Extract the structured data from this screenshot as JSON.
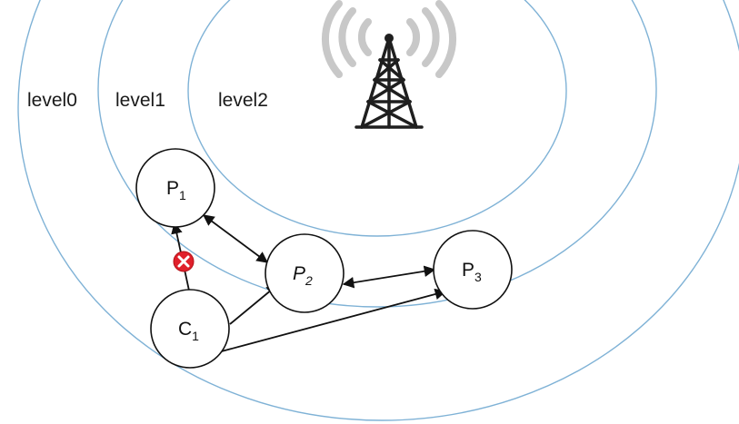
{
  "levels": {
    "outer": "level0",
    "middle": "level1",
    "inner": "level2"
  },
  "nodes": {
    "p1": {
      "main": "P",
      "sub": "1"
    },
    "p2": {
      "main": "P",
      "sub": "2"
    },
    "p3": {
      "main": "P",
      "sub": "3"
    },
    "c1": {
      "main": "C",
      "sub": "1"
    }
  },
  "icons": {
    "tower": "cell-tower-icon",
    "signal": "signal-waves-icon",
    "blocked": "blocked-link-icon"
  },
  "colors": {
    "ring": "#7fb2d6",
    "node_stroke": "#111111",
    "blocked": "#e0202b",
    "signal": "#c8c8c8"
  }
}
